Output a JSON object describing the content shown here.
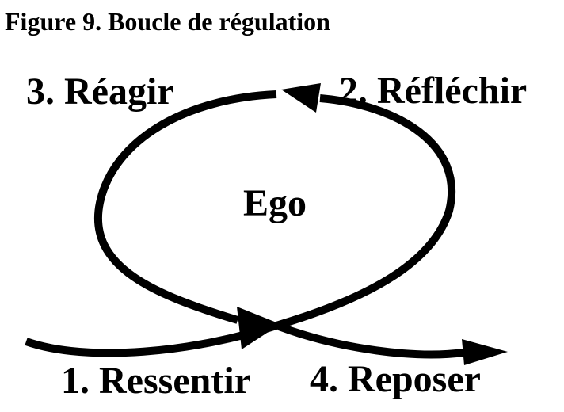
{
  "figure": {
    "title": "Figure 9. Boucle de régulation",
    "center_label": "Ego",
    "steps": [
      {
        "number": 1,
        "label": "1. Ressentir",
        "position": "bottom-left"
      },
      {
        "number": 2,
        "label": "2. Réfléchir",
        "position": "top-right"
      },
      {
        "number": 3,
        "label": "3. Réagir",
        "position": "top-left"
      },
      {
        "number": 4,
        "label": "4. Reposer",
        "position": "bottom-right"
      }
    ],
    "colors": {
      "ink": "#000000",
      "background": "#ffffff"
    }
  }
}
